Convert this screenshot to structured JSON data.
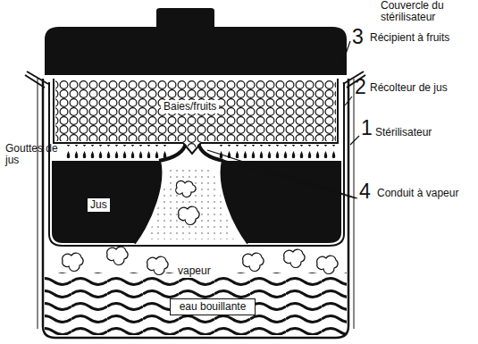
{
  "diagram": {
    "labels": [
      "Couvercle du stérilisateur",
      "3",
      "Récipient à fruits",
      "2",
      "Récolteur de jus",
      "1",
      "Stérilisateur",
      "Gouttes de jus",
      "4",
      "Conduit à vapeur",
      "Baies/fruits",
      "Jus",
      "vapeur",
      "eau bouillante"
    ]
  }
}
